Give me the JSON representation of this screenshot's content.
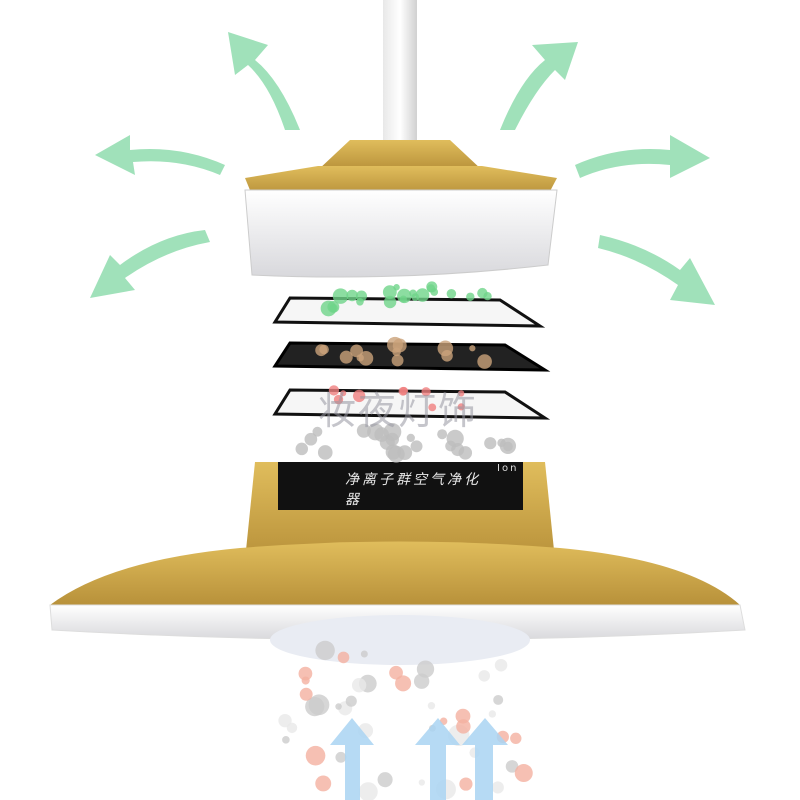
{
  "product": {
    "panel_label": "净离子群空气净化器",
    "ion_label": "Ion",
    "watermark": "妆夜灯饰"
  },
  "colors": {
    "gold": "#c9a44a",
    "arrow_green": "#8fdcae",
    "arrow_blue": "#a9d4f2",
    "panel_black": "#111111"
  }
}
